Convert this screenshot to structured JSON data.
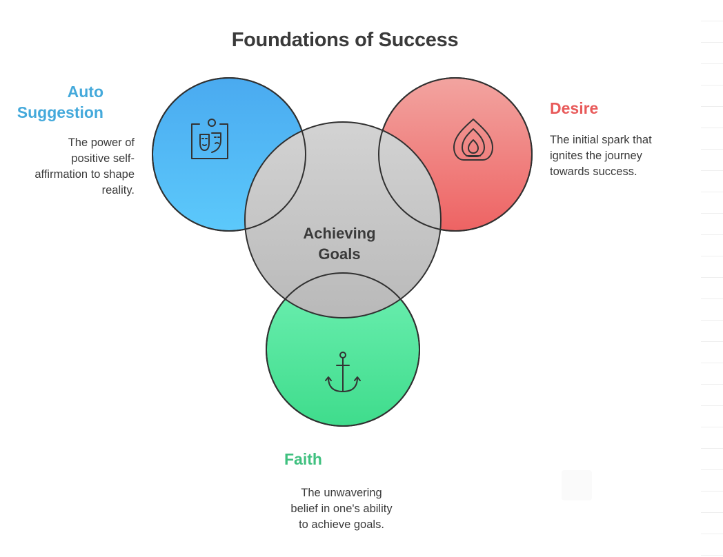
{
  "title": "Foundations of Success",
  "center": {
    "line1": "Achieving",
    "line2": "Goals"
  },
  "items": [
    {
      "id": "auto-suggestion",
      "heading_lines": [
        "Auto",
        "Suggestion"
      ],
      "description_lines": [
        "The power of",
        "positive self-",
        "affirmation to shape",
        "reality."
      ],
      "color": "#44a9db",
      "icon": "face-mask-icon"
    },
    {
      "id": "desire",
      "heading_lines": [
        "Desire"
      ],
      "description_lines": [
        "The initial spark that",
        "ignites the journey",
        "towards success."
      ],
      "color": "#e85a5a",
      "icon": "flame-icon"
    },
    {
      "id": "faith",
      "heading_lines": [
        "Faith"
      ],
      "description_lines": [
        "The unwavering",
        "belief in one's ability",
        "to achieve goals."
      ],
      "color": "#3fc07f",
      "icon": "anchor-icon"
    }
  ]
}
